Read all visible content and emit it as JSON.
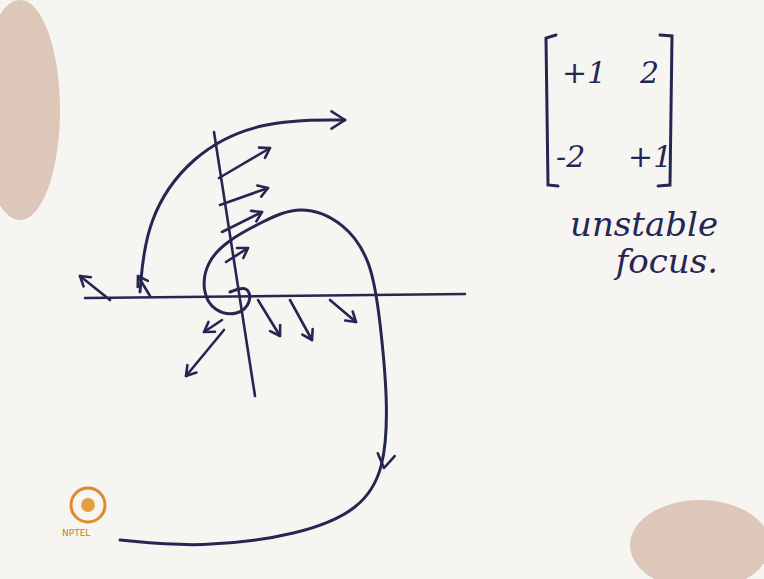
{
  "diagram": {
    "labels": [
      "+1",
      "2",
      "-2",
      "+1",
      "unstable focus.",
      "NPTEL"
    ]
  }
}
